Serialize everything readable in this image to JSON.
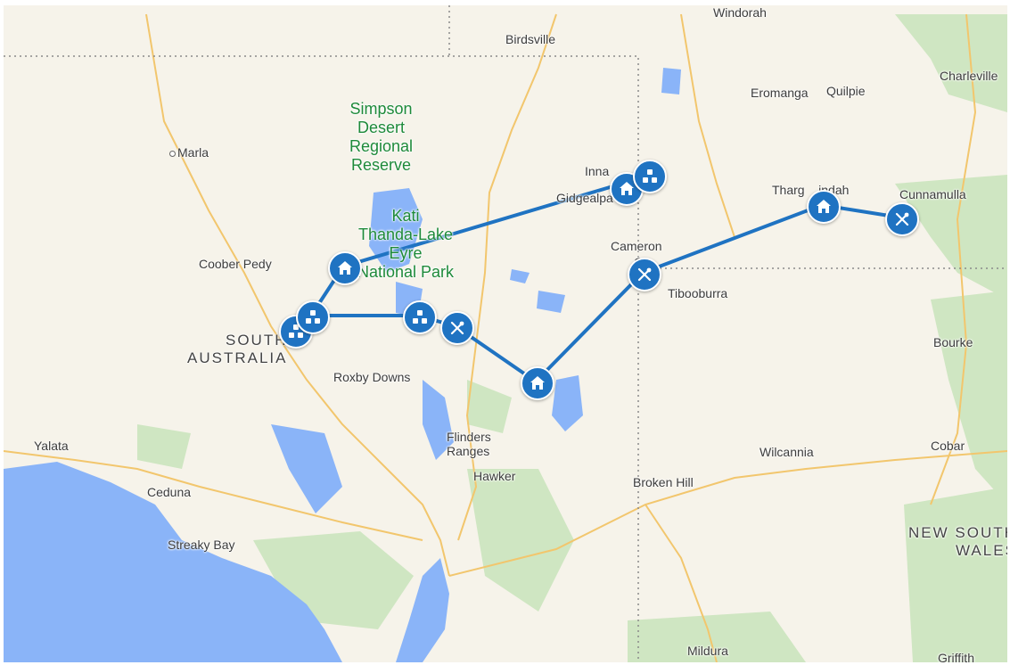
{
  "map": {
    "route_color": "#1f73c2",
    "water_color": "#8ab4f8",
    "park_color": "#1e8a3a",
    "land_color": "#f6f3ea",
    "places": [
      {
        "id": "windorah",
        "label": "Windorah",
        "kind": "town"
      },
      {
        "id": "birdsville",
        "label": "Birdsville",
        "kind": "town"
      },
      {
        "id": "charleville",
        "label": "Charleville",
        "kind": "town"
      },
      {
        "id": "eromanga",
        "label": "Eromanga",
        "kind": "town"
      },
      {
        "id": "quilpie",
        "label": "Quilpie",
        "kind": "town"
      },
      {
        "id": "marla",
        "label": "Marla",
        "kind": "town"
      },
      {
        "id": "innamincka",
        "label": "Inna",
        "kind": "town"
      },
      {
        "id": "gidgealpa",
        "label": "Gidgealpa",
        "kind": "town"
      },
      {
        "id": "thargomindah",
        "label": "Tharg    indah",
        "kind": "town"
      },
      {
        "id": "cunnamulla",
        "label": "Cunnamulla",
        "kind": "town"
      },
      {
        "id": "coober-pedy",
        "label": "Coober Pedy",
        "kind": "town"
      },
      {
        "id": "cameron-corner",
        "label": "Cameron",
        "kind": "town"
      },
      {
        "id": "cameron-corner-2",
        "label": "C",
        "kind": "town"
      },
      {
        "id": "tibooburra",
        "label": "Tibooburra",
        "kind": "town"
      },
      {
        "id": "bourke",
        "label": "Bourke",
        "kind": "town"
      },
      {
        "id": "roxby-downs",
        "label": "Roxby Downs",
        "kind": "town"
      },
      {
        "id": "yalata",
        "label": "Yalata",
        "kind": "town"
      },
      {
        "id": "flinders-ranges",
        "label": "Flinders\nRanges",
        "kind": "town"
      },
      {
        "id": "hawker",
        "label": "Hawker",
        "kind": "town"
      },
      {
        "id": "cobar",
        "label": "Cobar",
        "kind": "town"
      },
      {
        "id": "wilcannia",
        "label": "Wilcannia",
        "kind": "town"
      },
      {
        "id": "ceduna",
        "label": "Ceduna",
        "kind": "town"
      },
      {
        "id": "broken-hill",
        "label": "Broken Hill",
        "kind": "town"
      },
      {
        "id": "streaky-bay",
        "label": "Streaky Bay",
        "kind": "town"
      },
      {
        "id": "mildura",
        "label": "Mildura",
        "kind": "town"
      },
      {
        "id": "griffith",
        "label": "Griffith",
        "kind": "town"
      }
    ],
    "parks": [
      {
        "id": "simpson-desert",
        "label": "Simpson\nDesert\nRegional\nReserve"
      },
      {
        "id": "kati-thanda",
        "label": "Kati\nThanda-Lake\nEyre\nNational Park"
      }
    ],
    "states": [
      {
        "id": "south-australia",
        "label": "SOUTH\nAUSTRALIA"
      },
      {
        "id": "new-south-wales",
        "label": "NEW SOUTH\nWALES"
      }
    ],
    "markers": [
      {
        "id": "m1",
        "type": "tour",
        "icon": "cluster-icon"
      },
      {
        "id": "m2",
        "type": "tour",
        "icon": "cluster-icon"
      },
      {
        "id": "m3",
        "type": "stay",
        "icon": "house-icon"
      },
      {
        "id": "m4",
        "type": "tour",
        "icon": "cluster-icon"
      },
      {
        "id": "m5",
        "type": "food",
        "icon": "fork-knife-icon"
      },
      {
        "id": "m6",
        "type": "stay",
        "icon": "house-icon"
      },
      {
        "id": "m7",
        "type": "food",
        "icon": "fork-knife-icon"
      },
      {
        "id": "m8",
        "type": "stay",
        "icon": "house-icon"
      },
      {
        "id": "m9",
        "type": "food",
        "icon": "fork-knife-icon"
      },
      {
        "id": "m10",
        "type": "stay",
        "icon": "house-icon"
      },
      {
        "id": "m11",
        "type": "tour",
        "icon": "cluster-icon"
      }
    ]
  }
}
